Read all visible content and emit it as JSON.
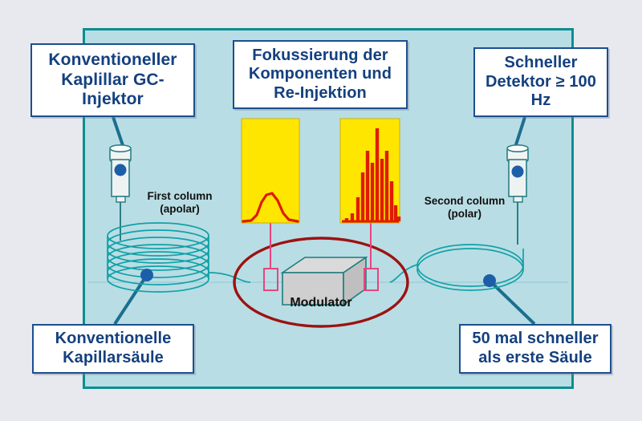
{
  "diagram": {
    "title": "GCxGC two-dimensional gas chromatography schematic",
    "background_color": "#e7e9ee",
    "panel_color": "#b9dde4",
    "panel_border_color": "#0b8e90",
    "callout_text_color": "#14407f",
    "callout_border_color": "#1b4f8f",
    "chromatogram_bg_color": "#ffe600",
    "chromatogram_trace_color": "#e01b00",
    "modulator_ellipse_color": "#9c1212",
    "connector_color": "#e8447f",
    "coil_color": "#11a1a8",
    "marker_color": "#1b5fa8"
  },
  "callouts": {
    "injector": "Konventioneller Kaplillar GC-Injektor",
    "focusing": "Fokussierung der Komponenten und Re-Injektion",
    "detector": "Schneller Detektor ≥ 100 Hz",
    "first_column": "Konventionelle Kapillarsäule",
    "second_column": "50 mal schneller als erste Säule"
  },
  "inline_captions": {
    "first_column": "First column\n(apolar)",
    "second_column": "Second column\n(polar)",
    "modulator": "Modulator"
  },
  "chart_data": [
    {
      "type": "line",
      "name": "first-dimension-chromatogram",
      "title": "",
      "xlabel": "",
      "ylabel": "",
      "x": [
        0,
        10,
        20,
        30,
        40,
        50,
        60,
        70,
        80,
        90,
        100
      ],
      "values": [
        2,
        3,
        6,
        16,
        38,
        66,
        78,
        62,
        34,
        12,
        4
      ],
      "ylim": [
        0,
        100
      ],
      "grid": false,
      "legend": "none",
      "trace_color": "#e01b00",
      "background": "#ffe600"
    },
    {
      "type": "bar",
      "name": "second-dimension-modulated-chromatogram",
      "title": "",
      "xlabel": "",
      "ylabel": "",
      "categories": [
        "1",
        "2",
        "3",
        "4",
        "5",
        "6",
        "7",
        "8",
        "9",
        "10",
        "11",
        "12"
      ],
      "values": [
        4,
        8,
        24,
        48,
        70,
        56,
        92,
        60,
        70,
        40,
        20,
        8
      ],
      "ylim": [
        0,
        100
      ],
      "grid": false,
      "legend": "none",
      "trace_color": "#e01b00",
      "background": "#ffe600"
    }
  ]
}
